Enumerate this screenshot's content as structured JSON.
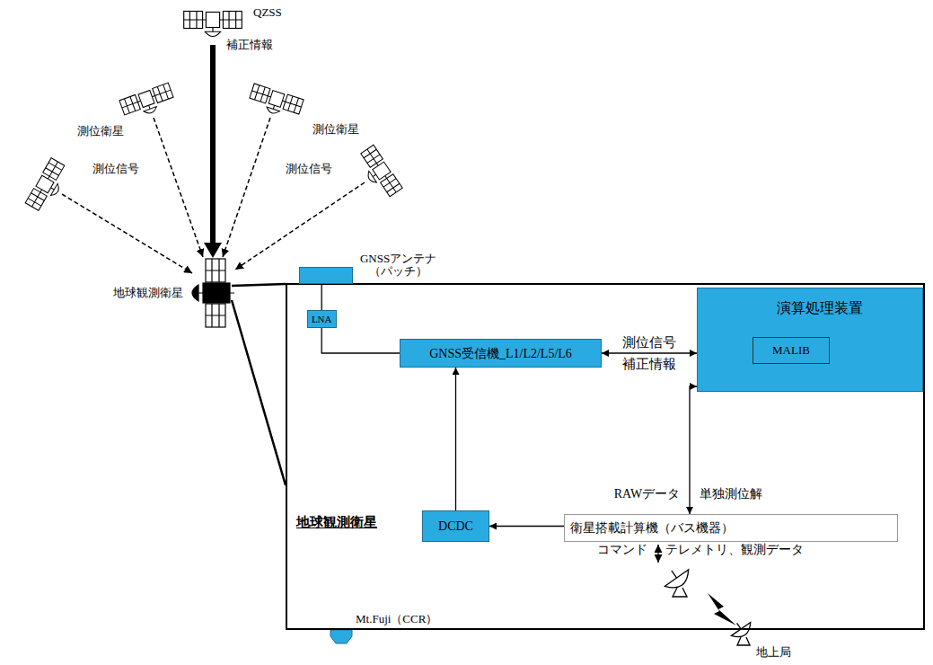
{
  "diagram": {
    "nodes": [
      {
        "text": [
          "地球観測衛星"
        ]
      },
      {
        "text": [
          "GNSSアンテナ （パッチ）"
        ],
        "in": 0
      },
      {
        "text": [
          "LNA"
        ],
        "in": 0
      },
      {
        "text": [
          "GNSS受信機_L1/L2/L5/L6"
        ],
        "in": 0
      },
      {
        "text": [
          "演算処理装置"
        ],
        "in": 0
      },
      {
        "text": [
          "MALIB"
        ],
        "in": 4
      },
      {
        "text": [
          "DCDC"
        ],
        "in": 0
      },
      {
        "text": [
          "衛星搭載計算機（バス機器）"
        ],
        "in": 0
      }
    ],
    "edges": [
      {
        "from": 1,
        "to": 2,
        "arrow": "none"
      },
      {
        "from": 2,
        "to": 3,
        "arrow": "none"
      },
      {
        "from": 3,
        "to": 4,
        "label": "測位信号 補正情報",
        "arrow": "both"
      },
      {
        "from": 4,
        "to": 7,
        "label": "RAWデータ 単独測位解",
        "arrow": "both"
      },
      {
        "from": 7,
        "to": 6,
        "arrow": "to"
      },
      {
        "from": 6,
        "to": 3,
        "arrow": "to"
      }
    ],
    "labels": [
      "QZSS",
      "補正情報",
      "測位衛星",
      "測位衛星",
      "測位信号",
      "測位信号",
      "地球観測衛星",
      "Mt.Fuji（CCR）",
      "コマンド",
      "テレメトリ、観測データ",
      "地上局"
    ]
  }
}
